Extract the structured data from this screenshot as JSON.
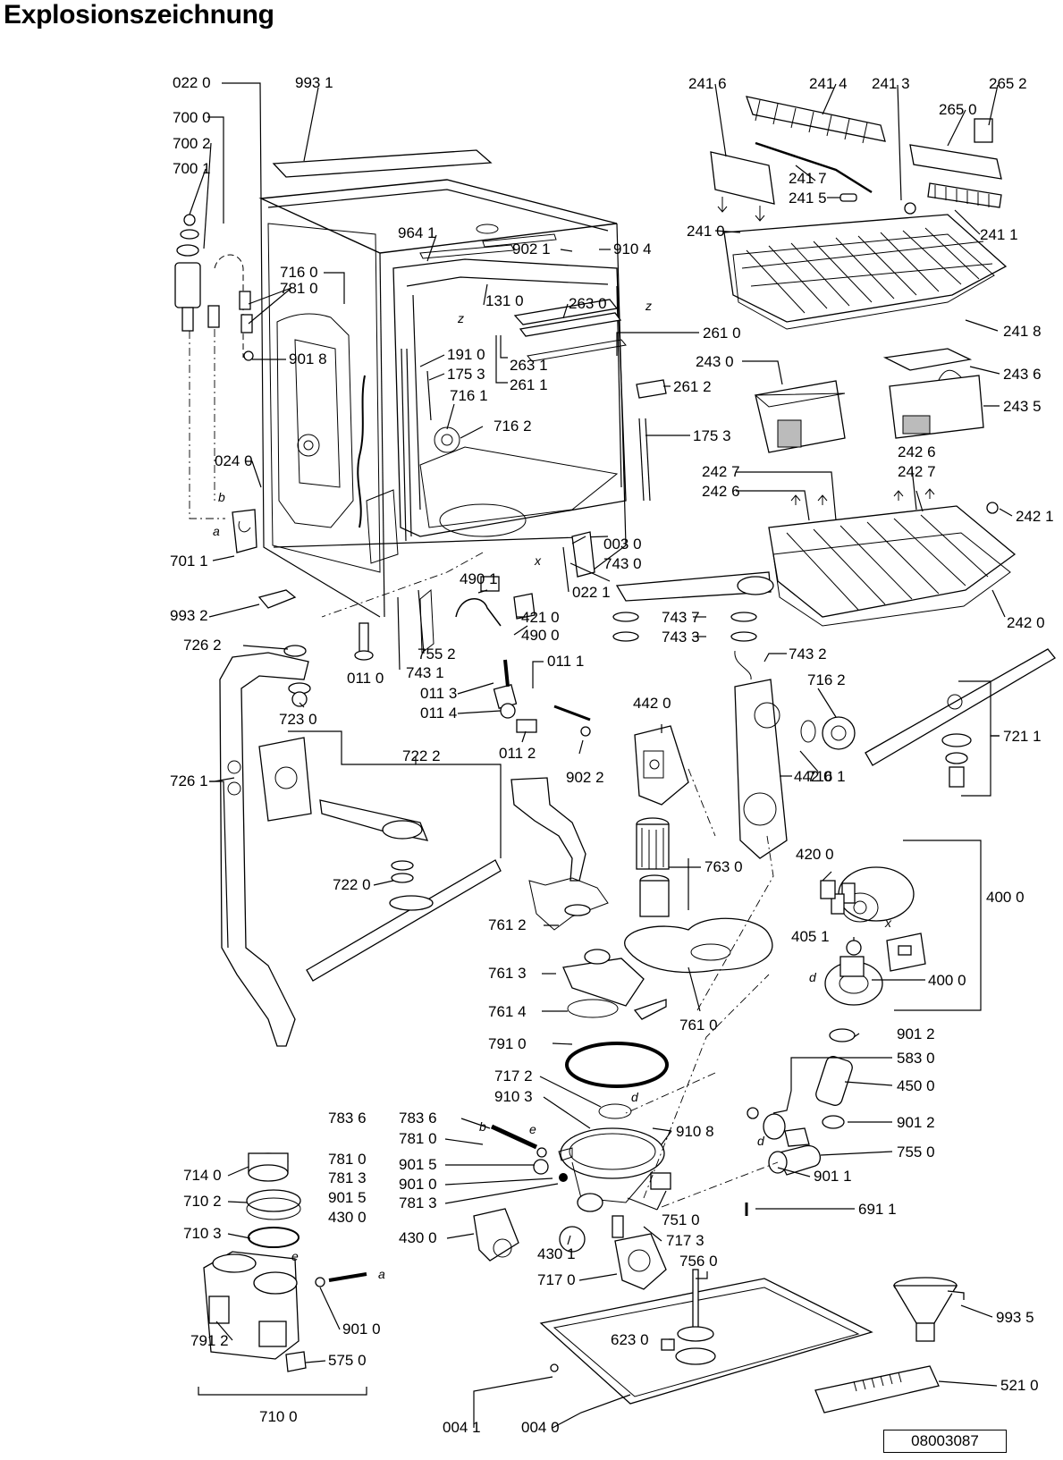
{
  "title": "Explosionszeichnung",
  "doc_number": "08003087",
  "labels": {
    "l0220": "022 0",
    "l9931": "993 1",
    "l7000": "700 0",
    "l7002": "700 2",
    "l7001": "700 1",
    "l7160": "716 0",
    "l7810a": "781 0",
    "l9018": "901 8",
    "l9641": "964 1",
    "l9021": "902 1",
    "l9104": "910 4",
    "l1310": "131 0",
    "l2630": "263 0",
    "l2610": "261 0",
    "l1910": "191 0",
    "l1753a": "175 3",
    "l2631": "263 1",
    "l2611": "261 1",
    "l2612": "261 2",
    "l7161a": "716 1",
    "l7162a": "716 2",
    "l1753b": "175 3",
    "l0240": "024 0",
    "l7011": "701 1",
    "l0030": "003 0",
    "l7430": "743 0",
    "l0221": "022 1",
    "l4901": "490 1",
    "l4210": "421 0",
    "l4900": "490 0",
    "l9932": "993 2",
    "l7262": "726 2",
    "l0110": "011 0",
    "l7552": "755 2",
    "l7431": "743 1",
    "l0111": "011 1",
    "l0113": "011 3",
    "l0114": "011 4",
    "l0112": "011 2",
    "l9022": "902 2",
    "l7230": "723 0",
    "l7261": "726 1",
    "l7222": "722 2",
    "l7220": "722 0",
    "l4420a": "442 0",
    "l7437": "743 7",
    "l7433": "743 3",
    "l7432": "743 2",
    "l7162b": "716 2",
    "l7161b": "716 1",
    "l4420b": "442 0",
    "l7211": "721 1",
    "l2416": "241 6",
    "l2414": "241 4",
    "l2413": "241 3",
    "l2652": "265 2",
    "l2650": "265 0",
    "l2417": "241 7",
    "l2415": "241 5",
    "l2410": "241 0",
    "l2411": "241 1",
    "l2418": "241 8",
    "l2430": "243 0",
    "l2436": "243 6",
    "l2435": "243 5",
    "l2426a": "242 6",
    "l2427a": "242 7",
    "l2427b": "242 7",
    "l2426b": "242 6",
    "l2421": "242 1",
    "l2420": "242 0",
    "l7630": "763 0",
    "l4200": "420 0",
    "l4051": "405 1",
    "l4000a": "400 0",
    "l4000b": "400 0",
    "l7612": "761 2",
    "l7613": "761 3",
    "l7614": "761 4",
    "l7610": "761 0",
    "l7910": "791 0",
    "l7172": "717 2",
    "l9103": "910 3",
    "l9108": "910 8",
    "l7836a": "783 6",
    "l7836b": "783 6",
    "l7810b": "781 0",
    "l7810c": "781 0",
    "l7813a": "781 3",
    "l9015a": "901 5",
    "l4300a": "430 0",
    "l9015b": "901 5",
    "l9010a": "901 0",
    "l7813b": "781 3",
    "l7140": "714 0",
    "l7102": "710 2",
    "l7103": "710 3",
    "l4300b": "430 0",
    "l4301": "430 1",
    "l7170": "717 0",
    "l7510": "751 0",
    "l7173": "717 3",
    "l7560": "756 0",
    "l9012a": "901 2",
    "l5830": "583 0",
    "l4500": "450 0",
    "l9012b": "901 2",
    "l7550": "755 0",
    "l9011": "901 1",
    "l6911": "691 1",
    "l9935": "993 5",
    "l6230": "623 0",
    "l5210": "521 0",
    "l9010b": "901 0",
    "l7912": "791 2",
    "l5750": "575 0",
    "l7100": "710 0",
    "l0041": "004 1",
    "l0040": "004 0"
  },
  "connection_marks": {
    "z1": "z",
    "z2": "z",
    "x1": "x",
    "x2": "x",
    "b1": "b",
    "a1": "a",
    "b2": "b",
    "e1": "e",
    "d1": "d",
    "d2": "d",
    "e2": "e",
    "a2": "a",
    "d3": "d"
  }
}
